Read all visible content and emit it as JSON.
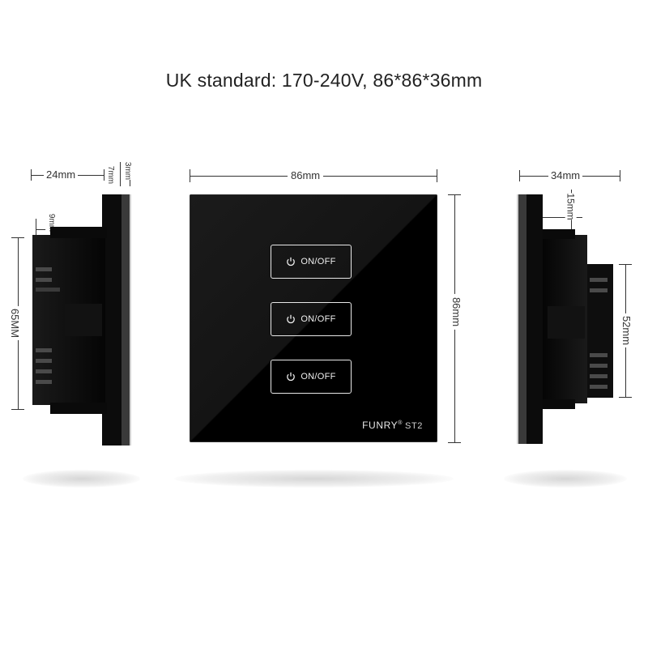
{
  "title": "UK standard: 170-240V, 86*86*36mm",
  "left_view": {
    "depth_label": "24mm",
    "thin_labels": [
      "3mm",
      "7mm"
    ],
    "inset_label": "9mm",
    "height_label": "65MM"
  },
  "front_view": {
    "width_label": "86mm",
    "height_label": "86mm",
    "buttons": [
      {
        "label": "ON/OFF",
        "icon": "power-icon"
      },
      {
        "label": "ON/OFF",
        "icon": "power-icon"
      },
      {
        "label": "ON/OFF",
        "icon": "power-icon"
      }
    ],
    "brand": "FUNRY",
    "brand_mark": "®",
    "model": "ST2"
  },
  "right_view": {
    "depth_label": "34mm",
    "inset_label": "15mm",
    "height_label": "52mm"
  },
  "colors": {
    "panel": "#111111",
    "button_border": "#e8e8e8",
    "dimension_line": "#333333"
  }
}
